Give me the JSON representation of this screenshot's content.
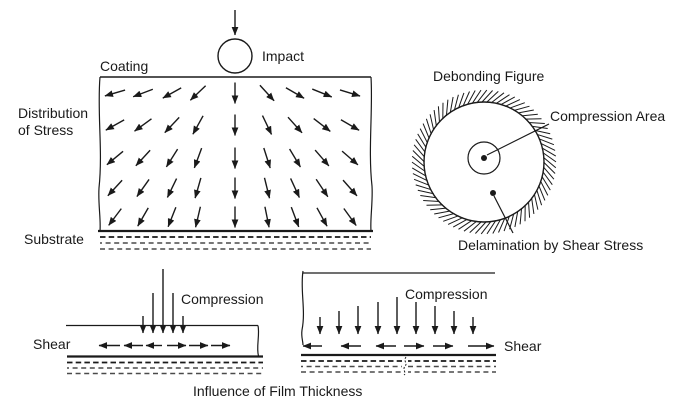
{
  "figure": {
    "background": "#ffffff",
    "ink_color": "#1a1a1a",
    "caption": "Influence of Film Thickness"
  },
  "impact_diagram": {
    "coating_label": "Coating",
    "impact_label": "Impact",
    "distribution_label_line1": "Distribution",
    "distribution_label_line2": "of Stress",
    "substrate_label": "Substrate"
  },
  "debonding_diagram": {
    "title": "Debonding Figure",
    "compression_area_label": "Compression Area",
    "delamination_label": "Delamination by Shear Stress"
  },
  "thin_film_diagram": {
    "compression_label": "Compression",
    "shear_label": "Shear"
  },
  "thick_film_diagram": {
    "compression_label": "Compression",
    "shear_label": "Shear"
  }
}
